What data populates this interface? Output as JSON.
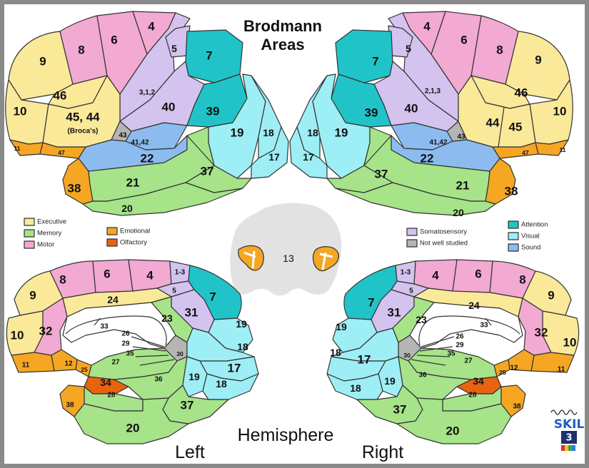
{
  "title": {
    "line1": "Brodmann",
    "line2": "Areas"
  },
  "caption": {
    "hemisphere": "Hemisphere",
    "left": "Left",
    "right": "Right"
  },
  "logo": {
    "text": "SKIL",
    "sub": "3"
  },
  "center": {
    "label": "13"
  },
  "colors": {
    "executive": "#fbe99a",
    "memory": "#a6e389",
    "motor": "#f2a9d2",
    "emotional": "#f5a623",
    "olfactory": "#e8630f",
    "somatosensory": "#d4c3ee",
    "not_well_studied": "#b5b5b5",
    "attention": "#20c4c8",
    "visual": "#9eeef5",
    "sound": "#8cbcef",
    "insula": "#e2e2e2",
    "frame": "#8a8a8a",
    "panel": "#ffffff"
  },
  "legend": {
    "left_col": [
      {
        "label": "Executive",
        "color_key": "executive"
      },
      {
        "label": "Memory",
        "color_key": "memory"
      },
      {
        "label": "Motor",
        "color_key": "motor"
      }
    ],
    "mid_col": [
      {
        "label": "Emotional",
        "color_key": "emotional"
      },
      {
        "label": "Olfactory",
        "color_key": "olfactory"
      }
    ],
    "right_mid_col": [
      {
        "label": "Somatosensory",
        "color_key": "somatosensory"
      },
      {
        "label": "Not well studied",
        "color_key": "not_well_studied"
      }
    ],
    "right_col": [
      {
        "label": "Attention",
        "color_key": "attention"
      },
      {
        "label": "Visual",
        "color_key": "visual"
      },
      {
        "label": "Sound",
        "color_key": "sound"
      }
    ]
  },
  "lateral_left": {
    "a4": "4",
    "a6": "6",
    "a8": "8",
    "a9": "9",
    "a5": "5",
    "a7": "7",
    "a312": "3,1,2",
    "a46": "46",
    "a10": "10",
    "a4544": "45, 44",
    "broca": "(Broca's)",
    "a40": "40",
    "a39": "39",
    "a43": "43",
    "a4142": "41,42",
    "a11": "11",
    "a47": "47",
    "a22": "22",
    "a19": "19",
    "a18": "18",
    "a17": "17",
    "a38": "38",
    "a21": "21",
    "a37": "37",
    "a20": "20"
  },
  "lateral_right": {
    "a4": "4",
    "a6": "6",
    "a8": "8",
    "a9": "9",
    "a5": "5",
    "a7": "7",
    "a213": "2,1,3",
    "a46": "46",
    "a10": "10",
    "a44": "44",
    "a45": "45",
    "a40": "40",
    "a39": "39",
    "a43": "43",
    "a4142": "41,42",
    "a11": "11",
    "a47": "47",
    "a22": "22",
    "a19": "19",
    "a18": "18",
    "a17": "17",
    "a38": "38",
    "a21": "21",
    "a37": "37",
    "a20": "20"
  },
  "medial_left": {
    "a8": "8",
    "a6": "6",
    "a4": "4",
    "a13": "1-3",
    "a5": "5",
    "a7": "7",
    "a9": "9",
    "a24": "24",
    "a31": "31",
    "a23": "23",
    "a33": "33",
    "a32": "32",
    "a10": "10",
    "a26": "26",
    "a29": "29",
    "a30": "30",
    "a35": "35",
    "a27": "27",
    "a19a": "19",
    "a18a": "18",
    "a17": "17",
    "a11": "11",
    "a12": "12",
    "a25": "25",
    "a34": "34",
    "a28": "28",
    "a36": "36",
    "a19b": "19",
    "a18b": "18",
    "a38": "38",
    "a37": "37",
    "a20": "20"
  },
  "medial_right": {
    "a13": "1-3",
    "a4": "4",
    "a6": "6",
    "a8": "8",
    "a5": "5",
    "a7": "7",
    "a9": "9",
    "a24": "24",
    "a31": "31",
    "a23": "23",
    "a33": "33",
    "a32": "32",
    "a10": "10",
    "a26": "26",
    "a29": "29",
    "a30": "30",
    "a35": "35",
    "a27": "27",
    "a19a": "19",
    "a18a": "18",
    "a17": "17",
    "a11": "11",
    "a12": "12",
    "a25": "25",
    "a34": "34",
    "a28": "28",
    "a36": "36",
    "a19b": "19",
    "a18b": "18",
    "a38": "38",
    "a37": "37",
    "a20": "20"
  }
}
